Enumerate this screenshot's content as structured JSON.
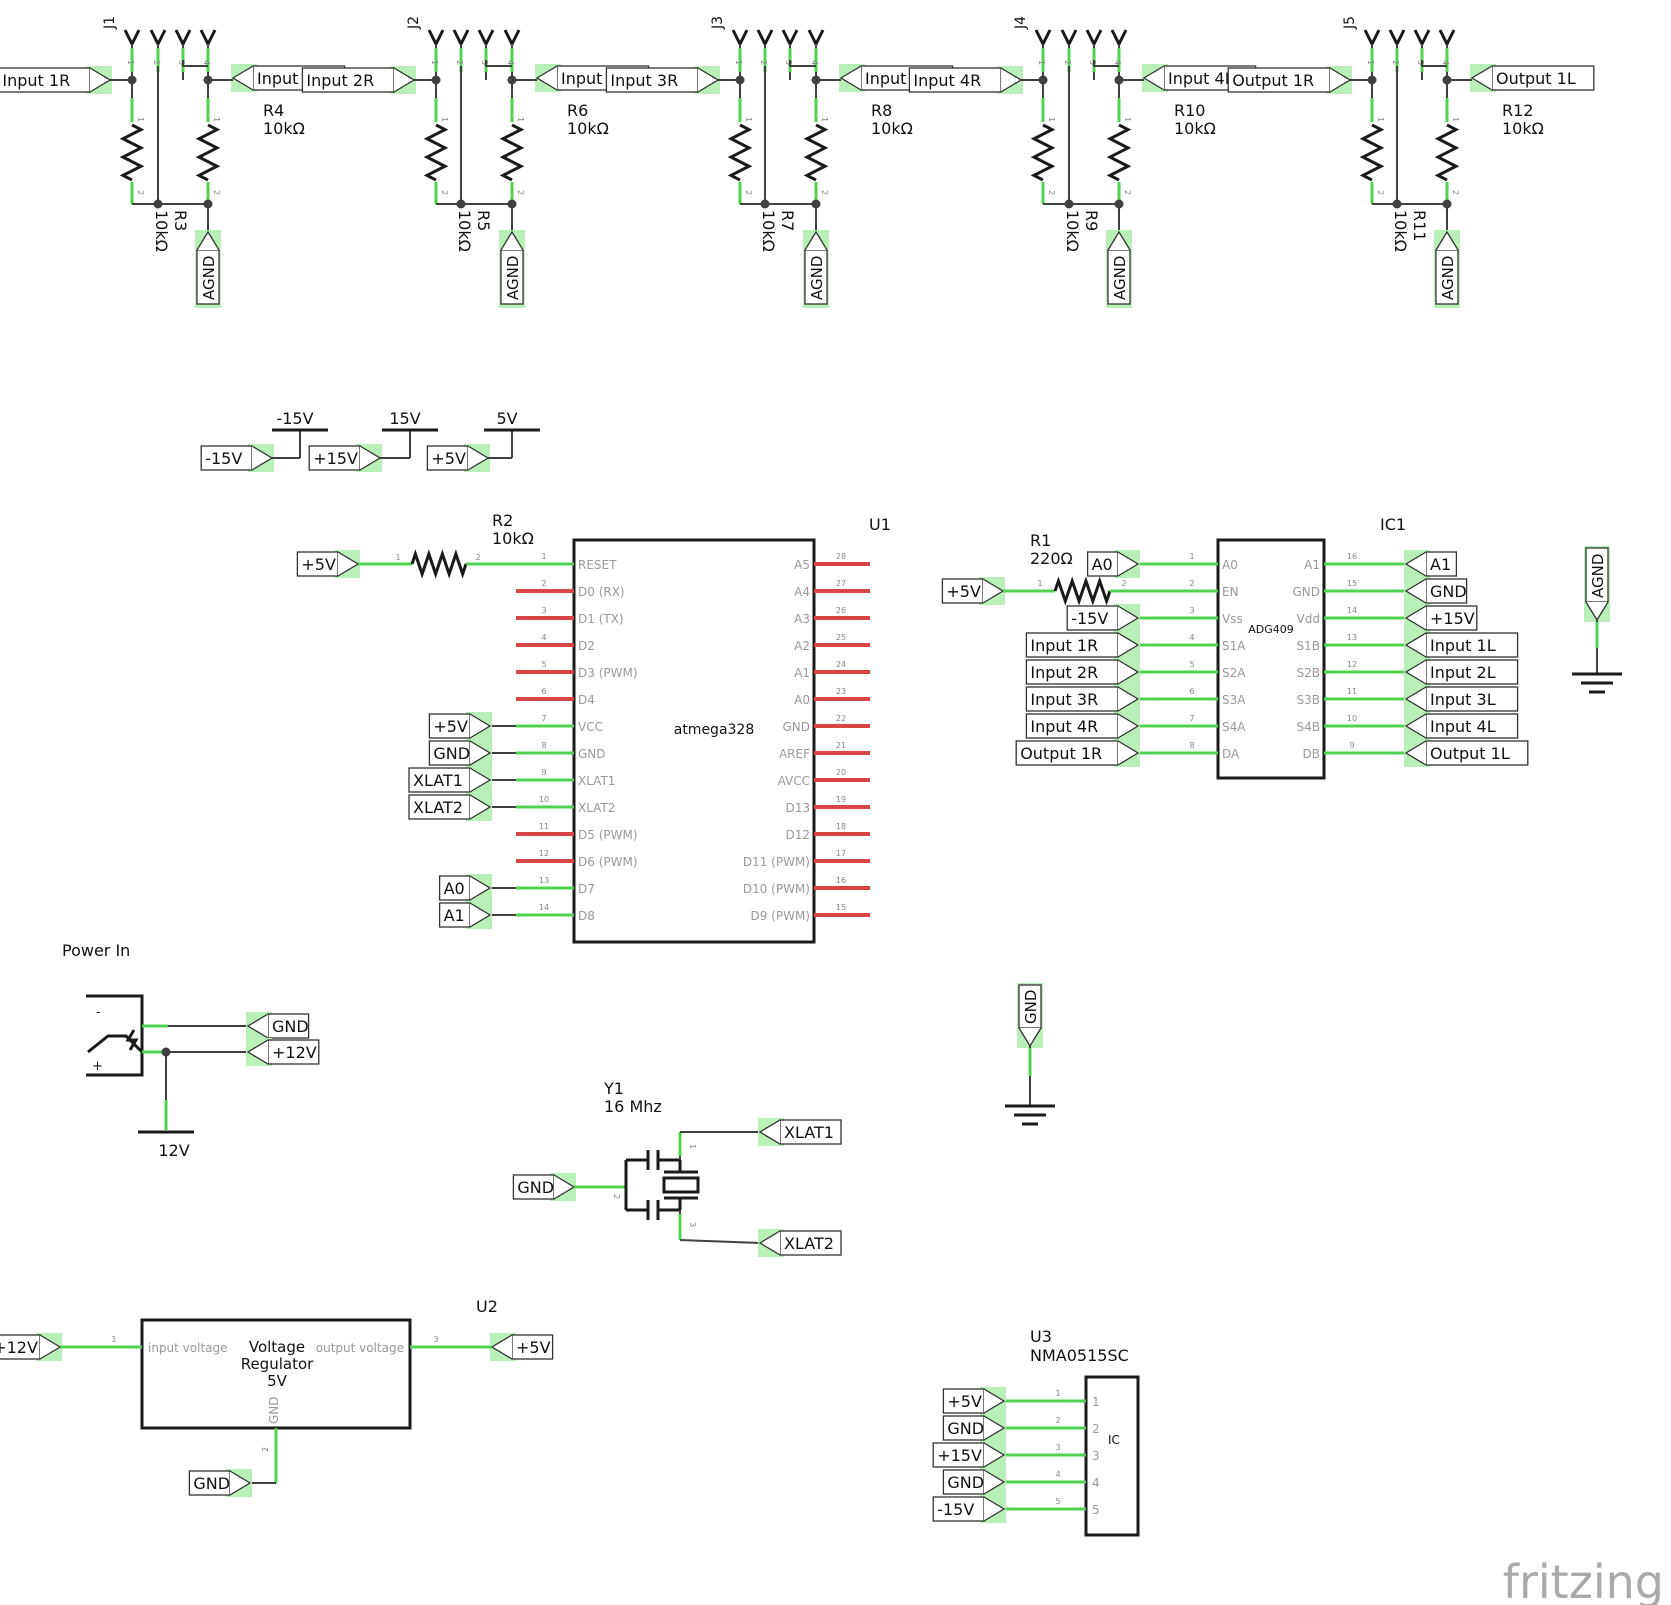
{
  "connectors": [
    {
      "ref": "J1",
      "left_label": "Input 1R",
      "right_label": "Input 1L",
      "r_upper": "R4",
      "r_upper_val": "10kΩ",
      "r_lower": "R3",
      "r_lower_val": "10kΩ",
      "gnd": "AGND"
    },
    {
      "ref": "J2",
      "left_label": "Input 2R",
      "right_label": "Input 2L",
      "r_upper": "R6",
      "r_upper_val": "10kΩ",
      "r_lower": "R5",
      "r_lower_val": "10kΩ",
      "gnd": "AGND"
    },
    {
      "ref": "J3",
      "left_label": "Input 3R",
      "right_label": "Input 3L",
      "r_upper": "R8",
      "r_upper_val": "10kΩ",
      "r_lower": "R7",
      "r_lower_val": "10kΩ",
      "gnd": "AGND"
    },
    {
      "ref": "J4",
      "left_label": "Input 4R",
      "right_label": "Input 4L",
      "r_upper": "R10",
      "r_upper_val": "10kΩ",
      "r_lower": "R9",
      "r_lower_val": "10kΩ",
      "gnd": "AGND"
    },
    {
      "ref": "J5",
      "left_label": "Output 1R",
      "right_label": "Output 1L",
      "r_upper": "R12",
      "r_upper_val": "10kΩ",
      "r_lower": "R11",
      "r_lower_val": "10kΩ",
      "gnd": "AGND"
    }
  ],
  "connector_pins": [
    "1",
    "2",
    "3",
    "4"
  ],
  "resistor_pins": [
    "1",
    "2"
  ],
  "rails": [
    {
      "net": "-15V",
      "label": "-15V"
    },
    {
      "net": "15V",
      "label": "+15V"
    },
    {
      "net": "5V",
      "label": "+5V"
    }
  ],
  "r2": {
    "ref": "R2",
    "value": "10kΩ",
    "net": "+5V",
    "pin1": "1",
    "pin2": "2"
  },
  "u1": {
    "ref": "U1",
    "name": "atmega328",
    "left_pins": [
      {
        "num": "1",
        "name": "RESET",
        "net": ""
      },
      {
        "num": "2",
        "name": "D0 (RX)",
        "net": ""
      },
      {
        "num": "3",
        "name": "D1 (TX)",
        "net": ""
      },
      {
        "num": "4",
        "name": "D2",
        "net": ""
      },
      {
        "num": "5",
        "name": "D3 (PWM)",
        "net": ""
      },
      {
        "num": "6",
        "name": "D4",
        "net": ""
      },
      {
        "num": "7",
        "name": "VCC",
        "net": "+5V"
      },
      {
        "num": "8",
        "name": "GND",
        "net": "GND"
      },
      {
        "num": "9",
        "name": "XLAT1",
        "net": "XLAT1"
      },
      {
        "num": "10",
        "name": "XLAT2",
        "net": "XLAT2"
      },
      {
        "num": "11",
        "name": "D5 (PWM)",
        "net": ""
      },
      {
        "num": "12",
        "name": "D6 (PWM)",
        "net": ""
      },
      {
        "num": "13",
        "name": "D7",
        "net": "A0"
      },
      {
        "num": "14",
        "name": "D8",
        "net": "A1"
      }
    ],
    "right_pins": [
      {
        "num": "28",
        "name": "A5"
      },
      {
        "num": "27",
        "name": "A4"
      },
      {
        "num": "26",
        "name": "A3"
      },
      {
        "num": "25",
        "name": "A2"
      },
      {
        "num": "24",
        "name": "A1"
      },
      {
        "num": "23",
        "name": "A0"
      },
      {
        "num": "22",
        "name": "GND"
      },
      {
        "num": "21",
        "name": "AREF"
      },
      {
        "num": "20",
        "name": "AVCC"
      },
      {
        "num": "19",
        "name": "D13"
      },
      {
        "num": "18",
        "name": "D12"
      },
      {
        "num": "17",
        "name": "D11 (PWM)"
      },
      {
        "num": "16",
        "name": "D10 (PWM)"
      },
      {
        "num": "15",
        "name": "D9 (PWM)"
      }
    ]
  },
  "r1": {
    "ref": "R1",
    "value": "220Ω",
    "net": "+5V",
    "pin1": "1",
    "pin2": "2"
  },
  "ic1": {
    "ref": "IC1",
    "name": "ADG409",
    "left_pins": [
      {
        "num": "1",
        "name": "A0",
        "net": "A0"
      },
      {
        "num": "2",
        "name": "EN",
        "net": ""
      },
      {
        "num": "3",
        "name": "Vss",
        "net": "-15V"
      },
      {
        "num": "4",
        "name": "S1A",
        "net": "Input 1R"
      },
      {
        "num": "5",
        "name": "S2A",
        "net": "Input 2R"
      },
      {
        "num": "6",
        "name": "S3A",
        "net": "Input 3R"
      },
      {
        "num": "7",
        "name": "S4A",
        "net": "Input 4R"
      },
      {
        "num": "8",
        "name": "DA",
        "net": "Output 1R"
      }
    ],
    "right_pins": [
      {
        "num": "16",
        "name": "A1",
        "net": "A1"
      },
      {
        "num": "15",
        "name": "GND",
        "net": "GND"
      },
      {
        "num": "14",
        "name": "Vdd",
        "net": "+15V"
      },
      {
        "num": "13",
        "name": "S1B",
        "net": "Input 1L"
      },
      {
        "num": "12",
        "name": "S2B",
        "net": "Input 2L"
      },
      {
        "num": "11",
        "name": "S3B",
        "net": "Input 3L"
      },
      {
        "num": "10",
        "name": "S4B",
        "net": "Input 4L"
      },
      {
        "num": "9",
        "name": "DB",
        "net": "Output 1L"
      }
    ]
  },
  "agnd_symbol": "AGND",
  "gnd_symbol": "GND",
  "power_in": {
    "title": "Power In",
    "minus": "-",
    "plus": "+",
    "gnd_net": "GND",
    "pos_net": "+12V",
    "rail": "12V"
  },
  "crystal": {
    "ref": "Y1",
    "value": "16 Mhz",
    "gnd_net": "GND",
    "pin1_net": "XLAT1",
    "pin3_net": "XLAT2",
    "pin1": "1",
    "pin2": "2",
    "pin3": "3"
  },
  "u2": {
    "ref": "U2",
    "title_lines": [
      "Voltage",
      "Regulator",
      "5V"
    ],
    "in_label": "input voltage",
    "out_label": "output voltage",
    "gnd_label": "GND",
    "in_net": "+12V",
    "out_net": "+5V",
    "gnd_net": "GND",
    "pin1": "1",
    "pin2": "2",
    "pin3": "3"
  },
  "u3": {
    "ref": "U3",
    "part": "NMA0515SC",
    "body": "IC",
    "pins": [
      {
        "num": "1",
        "net": "+5V"
      },
      {
        "num": "2",
        "net": "GND"
      },
      {
        "num": "3",
        "net": "+15V"
      },
      {
        "num": "4",
        "net": "GND"
      },
      {
        "num": "5",
        "net": "-15V"
      }
    ]
  },
  "watermark": "fritzing"
}
